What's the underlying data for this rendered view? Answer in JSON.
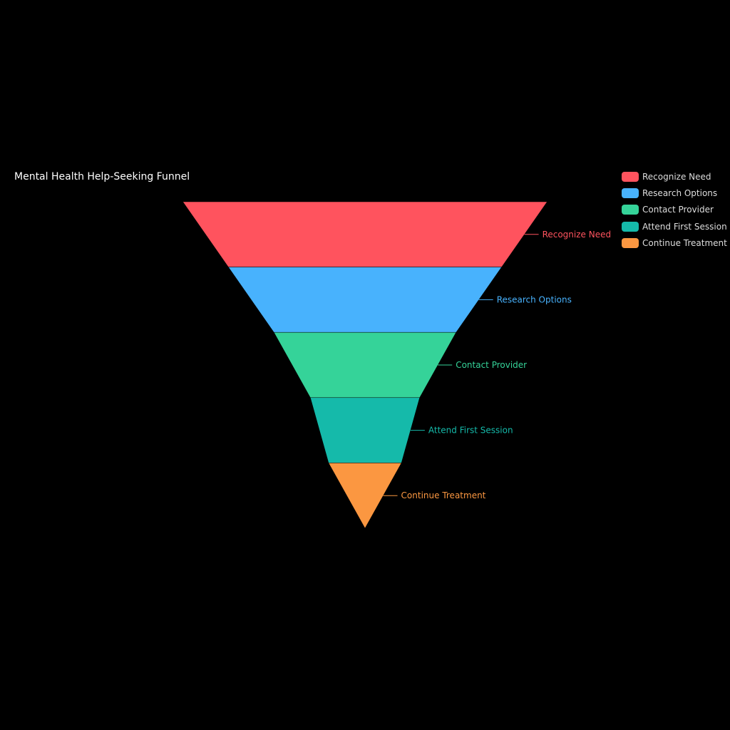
{
  "chart_data": {
    "type": "funnel",
    "title": "Mental Health Help-Seeking Funnel",
    "stages": [
      {
        "name": "Recognize Need",
        "value": 100,
        "color": "#FF535E"
      },
      {
        "name": "Research Options",
        "value": 75,
        "color": "#48B2FD"
      },
      {
        "name": "Contact Provider",
        "value": 50,
        "color": "#35D399"
      },
      {
        "name": "Attend First Session",
        "value": 30,
        "color": "#15BAAA"
      },
      {
        "name": "Continue Treatment",
        "value": 20,
        "color": "#FB9741"
      }
    ],
    "legend_position": "top-right",
    "sort": "descending",
    "background": "#000000"
  }
}
